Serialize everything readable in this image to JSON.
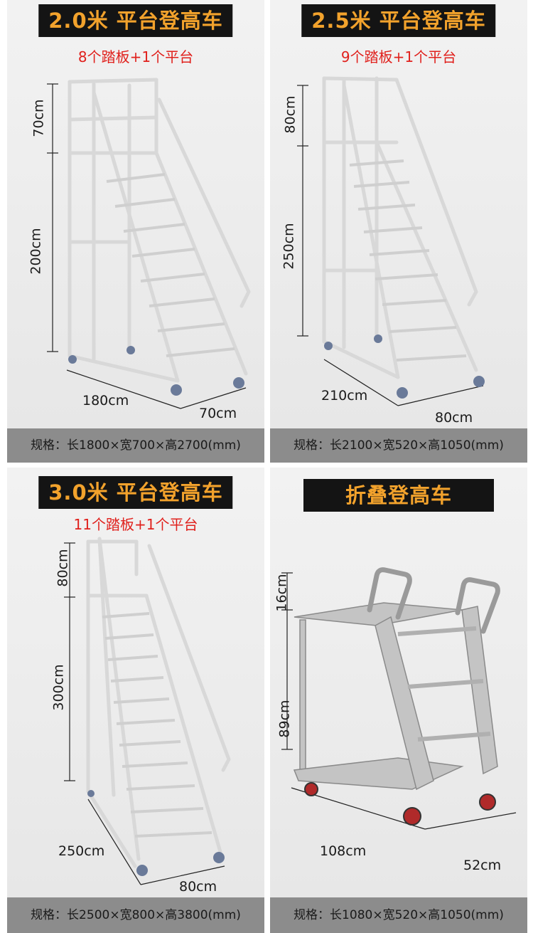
{
  "panels": [
    {
      "title": "2.0米 平台登高车",
      "subtitle": "8个踏板+1个平台",
      "dims": {
        "top_h": "70cm",
        "main_h": "200cm",
        "length": "180cm",
        "width": "70cm"
      },
      "spec": "规格：长1800×宽700×高2700(mm)"
    },
    {
      "title": "2.5米 平台登高车",
      "subtitle": "9个踏板+1个平台",
      "dims": {
        "top_h": "80cm",
        "main_h": "250cm",
        "length": "210cm",
        "width": "80cm"
      },
      "spec": "规格：长2100×宽520×高1050(mm)"
    },
    {
      "title": "3.0米 平台登高车",
      "subtitle": "11个踏板+1个平台",
      "dims": {
        "top_h": "80cm",
        "main_h": "300cm",
        "length": "250cm",
        "width": "80cm"
      },
      "spec": "规格：长2500×宽800×高3800(mm)"
    },
    {
      "title": "折叠登高车",
      "subtitle": "",
      "dims": {
        "top_h": "16cm",
        "main_h": "89cm",
        "length": "108cm",
        "width": "52cm"
      },
      "spec": "规格：长1080×宽520×高1050(mm)"
    }
  ],
  "colors": {
    "title_bg": "#141414",
    "title_fg": "#f2a22c",
    "subtitle": "#e0201c",
    "footer_bg": "#8c8c8c"
  }
}
